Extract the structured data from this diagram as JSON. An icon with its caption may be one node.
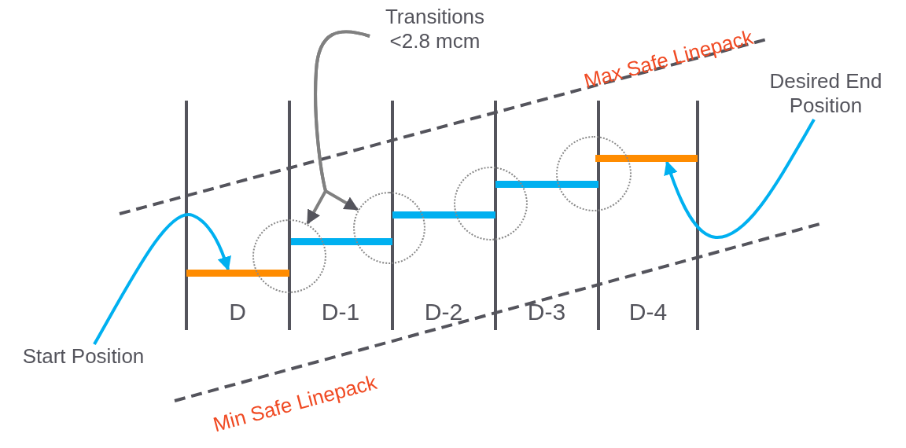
{
  "diagram": {
    "nodes": [
      {
        "text": [
          "Transitions <2.8 mcm"
        ]
      },
      {
        "text": [
          "Desired End Position"
        ]
      },
      {
        "text": [],
        "shape": "bar"
      },
      {
        "text": [],
        "shape": "bar"
      },
      {
        "text": [],
        "shape": "bar"
      },
      {
        "text": [],
        "shape": "bar"
      },
      {
        "text": [],
        "shape": "bar"
      },
      {
        "text": [],
        "shape": "circle"
      },
      {
        "text": [],
        "shape": "circle"
      },
      {
        "text": [],
        "shape": "circle"
      },
      {
        "text": [],
        "shape": "circle"
      },
      {
        "text": [
          "Start Position"
        ]
      }
    ],
    "edges": [
      {
        "from": 11,
        "to": 2,
        "arrow": "to",
        "color": "#00b0f0"
      },
      {
        "from": 1,
        "to": 6,
        "arrow": "to",
        "color": "#00b0f0"
      },
      {
        "from": 0,
        "to": 7,
        "arrow": "to",
        "color": "#808080"
      },
      {
        "from": 0,
        "to": 8,
        "arrow": "to",
        "color": "#808080"
      }
    ],
    "labels": [
      "Max Safe Linepack",
      "D",
      "D-1",
      "D-2",
      "D-3",
      "D-4",
      "Min Safe Linepack"
    ]
  }
}
